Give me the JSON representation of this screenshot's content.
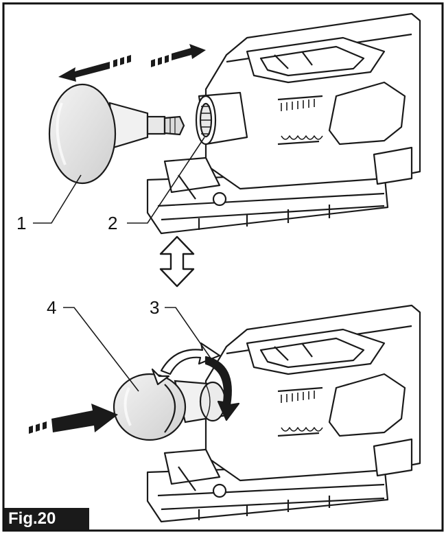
{
  "figure": {
    "label": "Fig.20",
    "callouts": [
      "1",
      "2",
      "3",
      "4"
    ]
  }
}
